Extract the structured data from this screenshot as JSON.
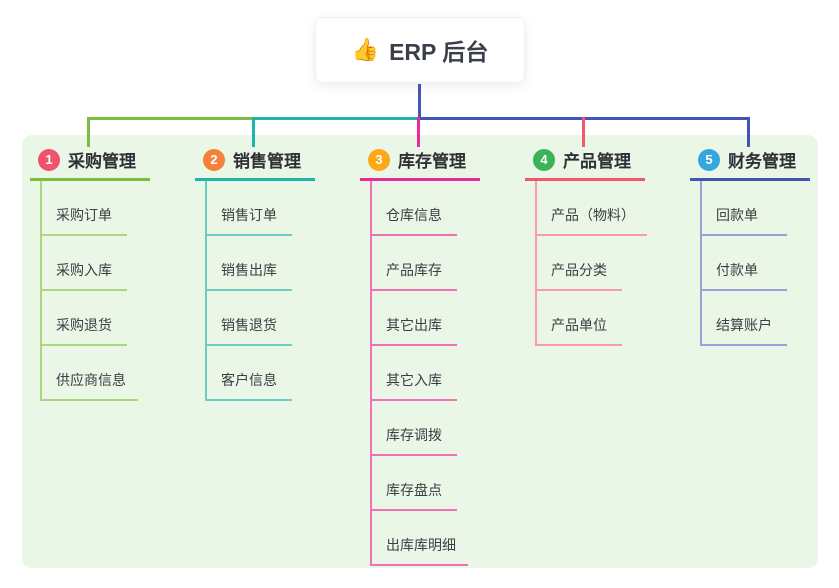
{
  "colors": {
    "panel": "#eaf6e6",
    "stem": "#4456b7"
  },
  "root": {
    "icon": "👍",
    "label": "ERP 后台"
  },
  "branches": [
    {
      "number": "1",
      "label": "采购管理",
      "badge_color": "#f0536b",
      "line_color": "#7cbd3f",
      "light_color": "#a9d67f",
      "children": [
        "采购订单",
        "采购入库",
        "采购退货",
        "供应商信息"
      ]
    },
    {
      "number": "2",
      "label": "销售管理",
      "badge_color": "#f5813c",
      "line_color": "#1db5a9",
      "light_color": "#6fccc3",
      "children": [
        "销售订单",
        "销售出库",
        "销售退货",
        "客户信息"
      ]
    },
    {
      "number": "3",
      "label": "库存管理",
      "badge_color": "#fba919",
      "line_color": "#e72b9d",
      "light_color": "#f173b7",
      "children": [
        "仓库信息",
        "产品库存",
        "其它出库",
        "其它入库",
        "库存调拨",
        "库存盘点",
        "出库库明细"
      ]
    },
    {
      "number": "4",
      "label": "产品管理",
      "badge_color": "#3bb457",
      "line_color": "#f4566b",
      "light_color": "#f79ba4",
      "children": [
        "产品（物料）",
        "产品分类",
        "产品单位"
      ]
    },
    {
      "number": "5",
      "label": "财务管理",
      "badge_color": "#33a7de",
      "line_color": "#4254b5",
      "light_color": "#96a3d9",
      "children": [
        "回款单",
        "付款单",
        "结算账户"
      ]
    }
  ]
}
